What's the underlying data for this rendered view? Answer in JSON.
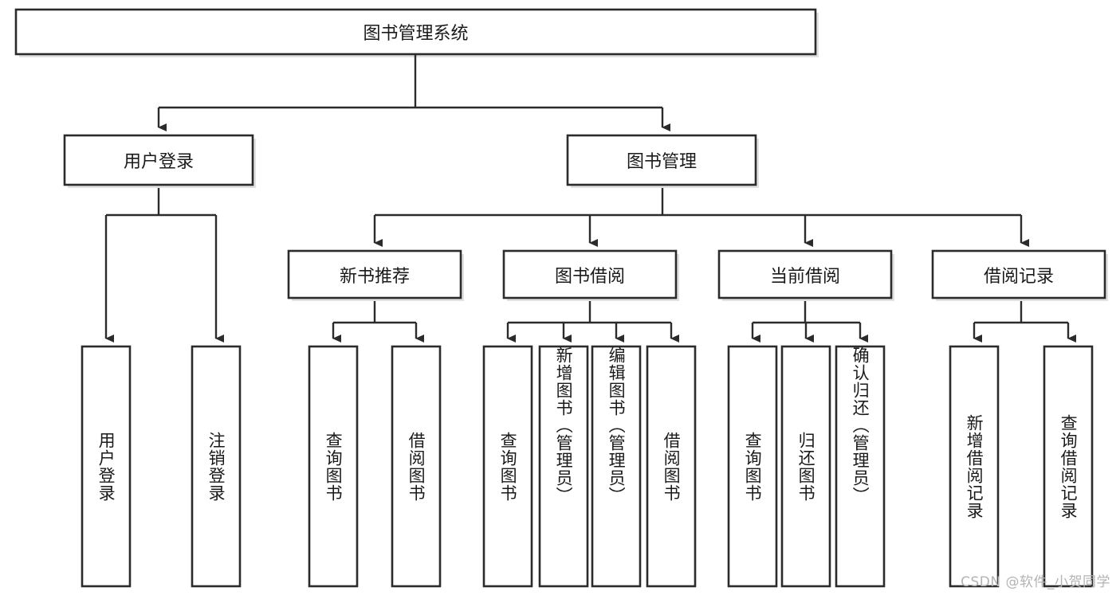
{
  "diagram": {
    "type": "tree-hierarchy",
    "title": "图书管理系统",
    "watermark": "CSDN @软件_小贺同学",
    "colors": {
      "box_stroke": "#2b2b2b",
      "box_fill": "#ffffff",
      "connector": "#2b2b2b",
      "background": "#ffffff",
      "watermark_text": "#b3b3b3"
    },
    "root": {
      "label": "图书管理系统"
    },
    "level2": [
      {
        "label": "用户登录"
      },
      {
        "label": "图书管理"
      }
    ],
    "level3": [
      {
        "label": "新书推荐"
      },
      {
        "label": "图书借阅"
      },
      {
        "label": "当前借阅"
      },
      {
        "label": "借阅记录"
      }
    ],
    "leaves": {
      "user_login": [
        {
          "label": "用户登录"
        },
        {
          "label": "注销登录"
        }
      ],
      "new_book_recommend": [
        {
          "label": "查询图书"
        },
        {
          "label": "借阅图书"
        }
      ],
      "book_borrow": [
        {
          "label": "查询图书"
        },
        {
          "label": "新增图书（管理员）"
        },
        {
          "label": "编辑图书（管理员）"
        },
        {
          "label": "借阅图书"
        }
      ],
      "current_borrow": [
        {
          "label": "查询图书"
        },
        {
          "label": "归还图书"
        },
        {
          "label": "确认归还（管理员）"
        }
      ],
      "borrow_record": [
        {
          "label": "新增借阅记录"
        },
        {
          "label": "查询借阅记录"
        }
      ]
    }
  }
}
